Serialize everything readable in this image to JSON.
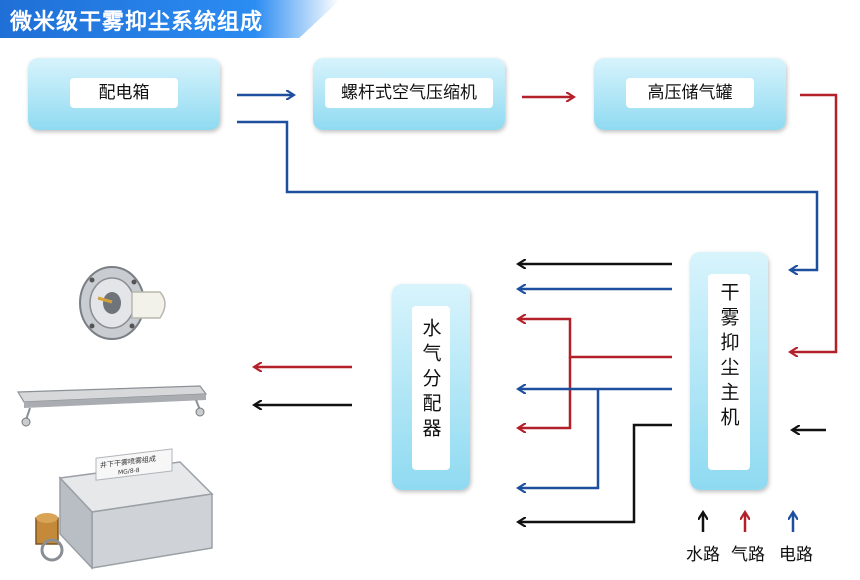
{
  "title": "微米级干雾抑尘系统组成",
  "boxes": {
    "distribution": "配电箱",
    "compressor": "螺杆式空气压缩机",
    "tank": "高压储气罐",
    "host": "干雾抑尘主机",
    "distributor": "水气分配器"
  },
  "legend": {
    "water": "水路",
    "air": "气路",
    "power": "电路"
  },
  "device_label": "井下干雾喷雾组成\nMG/8-8",
  "colors": {
    "water": "#111111",
    "air": "#b3202a",
    "power": "#1d4f9e"
  }
}
